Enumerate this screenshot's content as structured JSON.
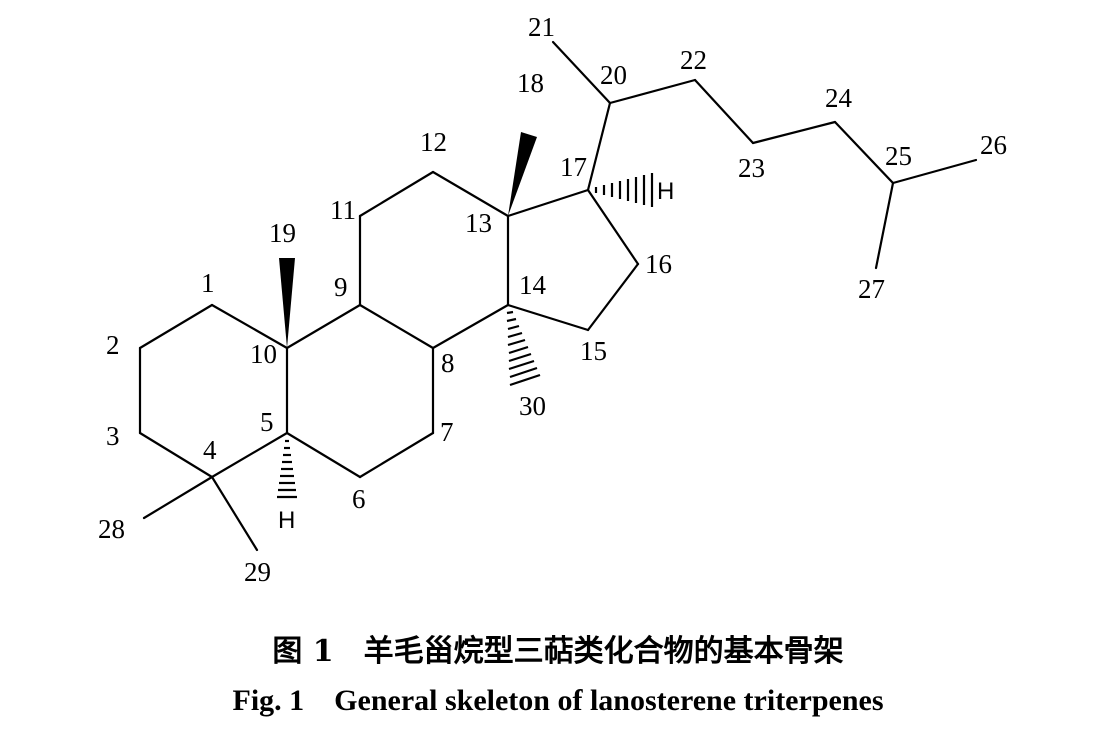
{
  "figure": {
    "atom_numbers": {
      "c1": "1",
      "c2": "2",
      "c3": "3",
      "c4": "4",
      "c5": "5",
      "c6": "6",
      "c7": "7",
      "c8": "8",
      "c9": "9",
      "c10": "10",
      "c11": "11",
      "c12": "12",
      "c13": "13",
      "c14": "14",
      "c15": "15",
      "c16": "16",
      "c17": "17",
      "c18": "18",
      "c19": "19",
      "c20": "20",
      "c21": "21",
      "c22": "22",
      "c23": "23",
      "c24": "24",
      "c25": "25",
      "c26": "26",
      "c27": "27",
      "c28": "28",
      "c29": "29",
      "c30": "30"
    },
    "hydrogen_labels": {
      "h5": "H",
      "h17": "H"
    }
  },
  "caption": {
    "cn_prefix": "图 1",
    "cn_text": "羊毛甾烷型三萜类化合物的基本骨架",
    "en_prefix": "Fig. 1",
    "en_text": "General skeleton of lanosterene triterpenes"
  }
}
